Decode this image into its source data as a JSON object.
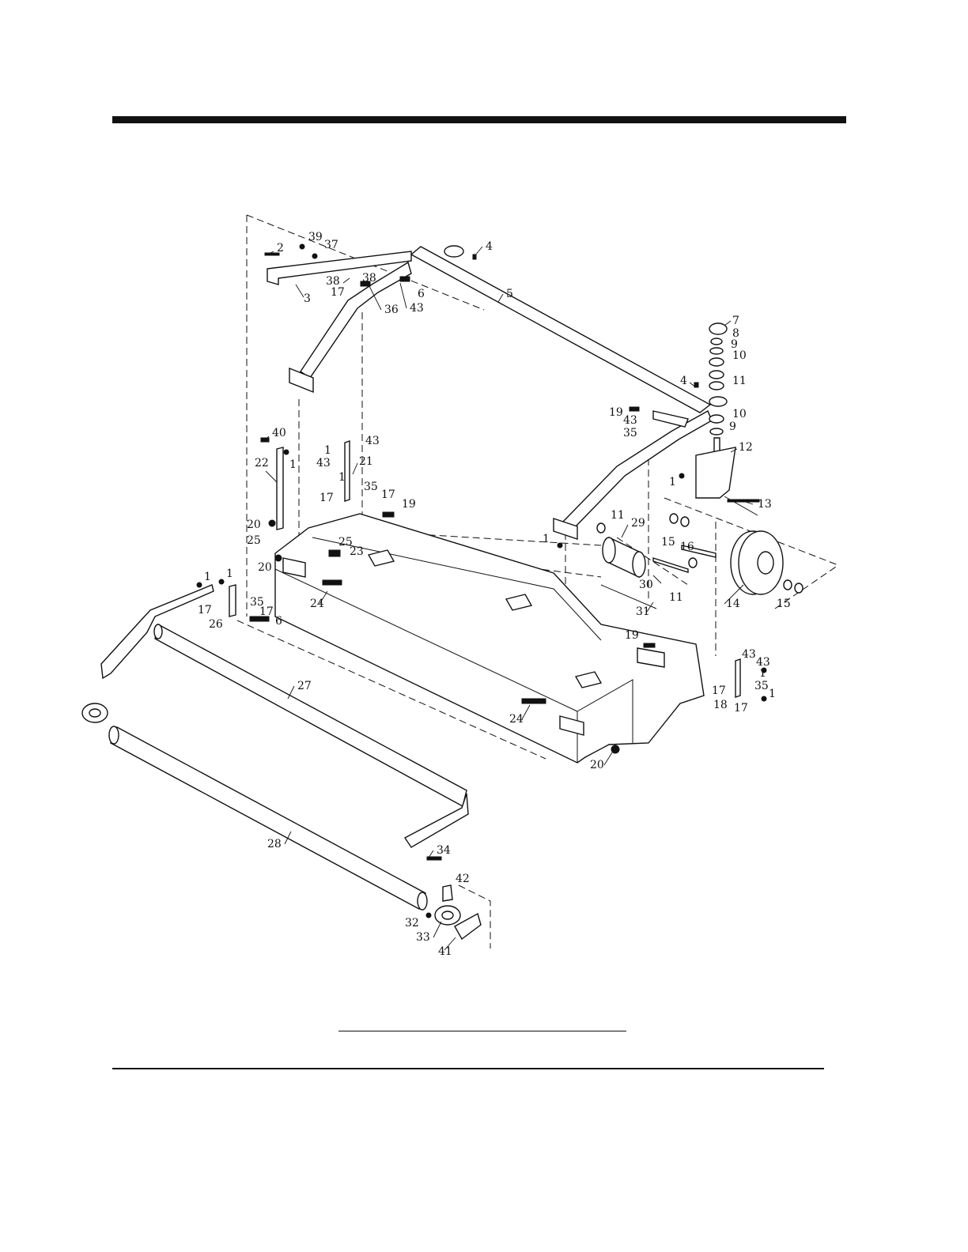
{
  "callouts": [
    {
      "n": "39"
    },
    {
      "n": "37"
    },
    {
      "n": "2"
    },
    {
      "n": "4"
    },
    {
      "n": "38"
    },
    {
      "n": "38"
    },
    {
      "n": "17"
    },
    {
      "n": "3"
    },
    {
      "n": "36"
    },
    {
      "n": "6"
    },
    {
      "n": "43"
    },
    {
      "n": "5"
    },
    {
      "n": "7"
    },
    {
      "n": "8"
    },
    {
      "n": "9"
    },
    {
      "n": "10"
    },
    {
      "n": "11"
    },
    {
      "n": "4"
    },
    {
      "n": "19"
    },
    {
      "n": "43"
    },
    {
      "n": "35"
    },
    {
      "n": "10"
    },
    {
      "n": "9"
    },
    {
      "n": "12"
    },
    {
      "n": "40"
    },
    {
      "n": "1"
    },
    {
      "n": "43"
    },
    {
      "n": "43"
    },
    {
      "n": "22"
    },
    {
      "n": "1"
    },
    {
      "n": "21"
    },
    {
      "n": "1"
    },
    {
      "n": "17"
    },
    {
      "n": "35"
    },
    {
      "n": "17"
    },
    {
      "n": "19"
    },
    {
      "n": "1"
    },
    {
      "n": "13"
    },
    {
      "n": "20"
    },
    {
      "n": "25"
    },
    {
      "n": "25"
    },
    {
      "n": "23"
    },
    {
      "n": "20"
    },
    {
      "n": "11"
    },
    {
      "n": "29"
    },
    {
      "n": "1"
    },
    {
      "n": "15"
    },
    {
      "n": "16"
    },
    {
      "n": "1"
    },
    {
      "n": "1"
    },
    {
      "n": "17"
    },
    {
      "n": "35"
    },
    {
      "n": "26"
    },
    {
      "n": "17"
    },
    {
      "n": "6"
    },
    {
      "n": "24"
    },
    {
      "n": "30"
    },
    {
      "n": "11"
    },
    {
      "n": "31"
    },
    {
      "n": "14"
    },
    {
      "n": "15"
    },
    {
      "n": "19"
    },
    {
      "n": "43"
    },
    {
      "n": "43"
    },
    {
      "n": "1"
    },
    {
      "n": "17"
    },
    {
      "n": "35"
    },
    {
      "n": "18"
    },
    {
      "n": "17"
    },
    {
      "n": "1"
    },
    {
      "n": "27"
    },
    {
      "n": "24"
    },
    {
      "n": "20"
    },
    {
      "n": "28"
    },
    {
      "n": "34"
    },
    {
      "n": "42"
    },
    {
      "n": "32"
    },
    {
      "n": "33"
    },
    {
      "n": "41"
    }
  ]
}
